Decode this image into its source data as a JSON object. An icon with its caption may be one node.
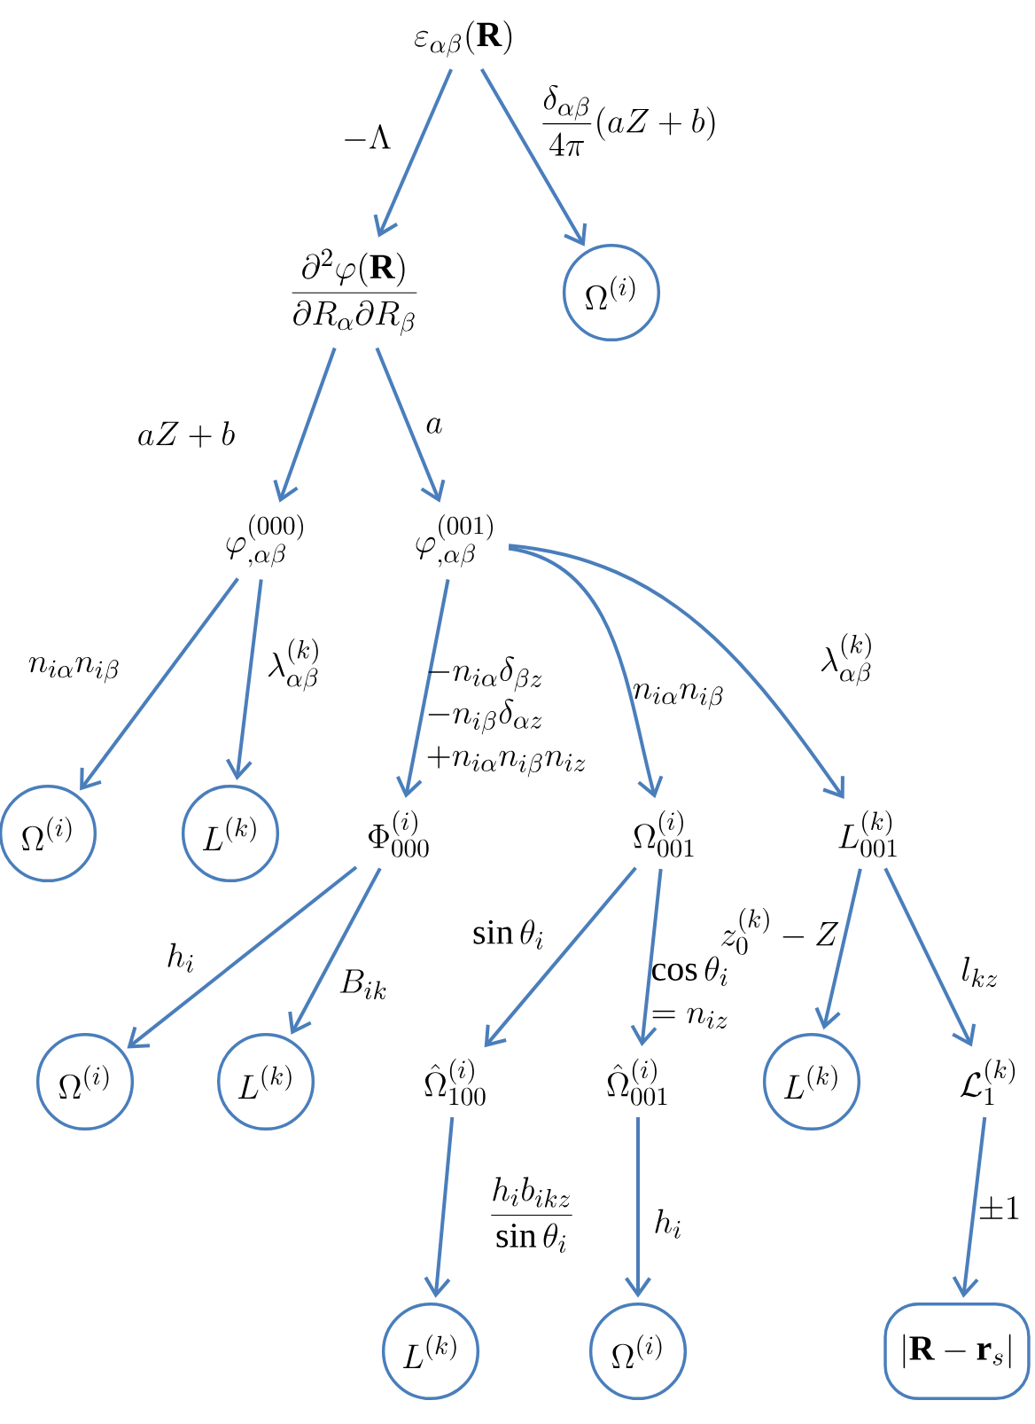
{
  "diagram": {
    "nodes": [
      {
        "text": [
          "\\varepsilon_{\\alpha\\beta}(\\mathbf{R})"
        ]
      },
      {
        "text": [
          "\\Omega^{(i)}"
        ]
      },
      {
        "text": [
          "\\frac{\\partial^2\\varphi(\\mathbf{R})}{\\partial R_\\alpha \\partial R_\\beta}"
        ]
      },
      {
        "text": [
          "\\varphi^{(000)}_{,\\alpha\\beta}"
        ]
      },
      {
        "text": [
          "\\varphi^{(001)}_{,\\alpha\\beta}"
        ]
      },
      {
        "text": [
          "\\Omega^{(i)}"
        ]
      },
      {
        "text": [
          "L^{(k)}"
        ]
      },
      {
        "text": [
          "\\Phi^{(i)}_{000}"
        ]
      },
      {
        "text": [
          "\\Omega^{(i)}_{001}"
        ]
      },
      {
        "text": [
          "L^{(k)}_{001}"
        ]
      },
      {
        "text": [
          "\\Omega^{(i)}"
        ]
      },
      {
        "text": [
          "L^{(k)}"
        ]
      },
      {
        "text": [
          "\\hat{\\Omega}^{(i)}_{100}"
        ]
      },
      {
        "text": [
          "\\hat{\\Omega}^{(i)}_{001}"
        ]
      },
      {
        "text": [
          "L^{(k)}"
        ]
      },
      {
        "text": [
          "\\mathcal{L}^{(k)}_1"
        ]
      },
      {
        "text": [
          "L^{(k)}"
        ]
      },
      {
        "text": [
          "\\Omega^{(i)}"
        ]
      },
      {
        "text": [
          "\\left|\\mathbf{R}-\\mathbf{r}_s\\right|"
        ]
      }
    ],
    "edges": [
      {
        "from": 0,
        "to": 2,
        "arrow": "to",
        "label": "-\\Lambda"
      },
      {
        "from": 0,
        "to": 1,
        "arrow": "to",
        "label": "\\frac{\\delta_{\\alpha\\beta}}{4\\pi}(aZ+b)"
      },
      {
        "from": 2,
        "to": 3,
        "arrow": "to",
        "label": "aZ+b"
      },
      {
        "from": 2,
        "to": 4,
        "arrow": "to",
        "label": "a"
      },
      {
        "from": 3,
        "to": 5,
        "arrow": "to",
        "label": "n_{i\\alpha}n_{i\\beta}"
      },
      {
        "from": 3,
        "to": 6,
        "arrow": "to",
        "label": "\\lambda^{(k)}_{\\alpha\\beta}"
      },
      {
        "from": 4,
        "to": 7,
        "arrow": "to",
        "label": "\\begin{array}{l}-n_{i\\alpha}\\delta_{\\beta z}\\\\-n_{i\\beta}\\delta_{\\alpha z}\\\\+n_{i\\alpha}n_{i\\beta}n_{iz}\\end{array}"
      },
      {
        "from": 4,
        "to": 8,
        "arrow": "to",
        "label": "n_{i\\alpha}n_{i\\beta}"
      },
      {
        "from": 4,
        "to": 9,
        "arrow": "to",
        "label": "\\lambda^{(k)}_{\\alpha\\beta}"
      },
      {
        "from": 7,
        "to": 10,
        "arrow": "to",
        "label": "h_i"
      },
      {
        "from": 7,
        "to": 11,
        "arrow": "to",
        "label": "B_{ik}"
      },
      {
        "from": 8,
        "to": 12,
        "arrow": "to",
        "label": "\\sin\\theta_i"
      },
      {
        "from": 8,
        "to": 13,
        "arrow": "to",
        "label": "\\begin{array}{l}\\cos\\theta_i\\\\=n_{iz}\\end{array}"
      },
      {
        "from": 9,
        "to": 14,
        "arrow": "to",
        "label": "z^{(k)}_0-Z"
      },
      {
        "from": 9,
        "to": 15,
        "arrow": "to",
        "label": "l_{kz}"
      },
      {
        "from": 12,
        "to": 16,
        "arrow": "to",
        "label": "\\frac{h_i b_{ikz}}{\\sin\\theta_i}"
      },
      {
        "from": 13,
        "to": 17,
        "arrow": "to",
        "label": "h_i"
      },
      {
        "from": 15,
        "to": 18,
        "arrow": "to",
        "label": "\\pm 1"
      }
    ]
  }
}
